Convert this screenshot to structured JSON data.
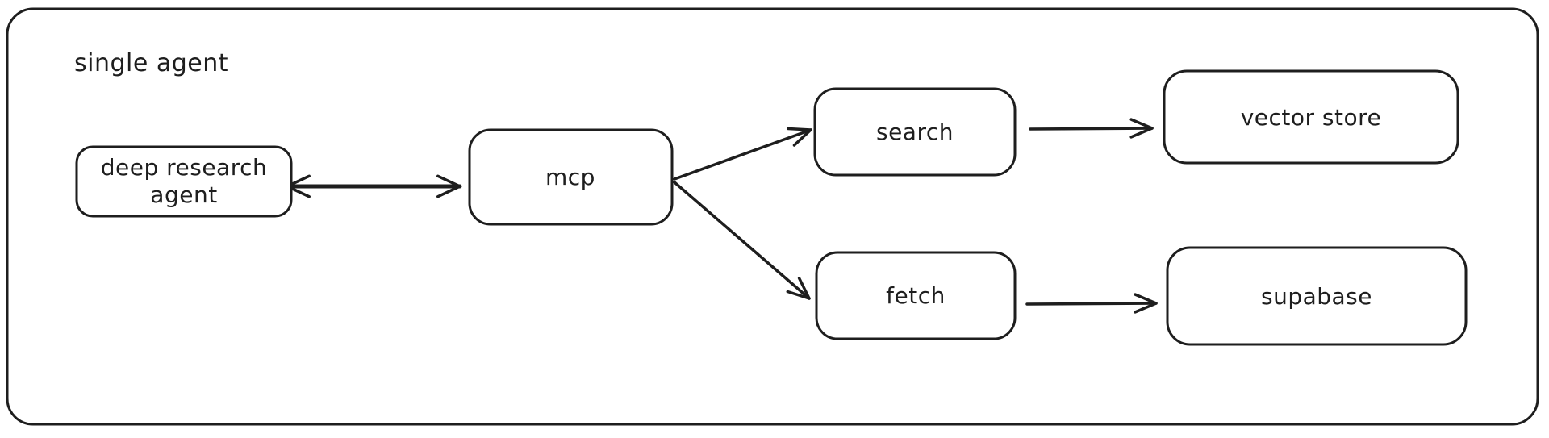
{
  "diagram": {
    "title": "single agent",
    "colors": {
      "stroke": "#1e1e1e",
      "background": "#ffffff"
    },
    "nodes": [
      {
        "id": "deep-research-agent",
        "label": "deep research agent",
        "lines": [
          "deep research",
          "agent"
        ]
      },
      {
        "id": "mcp",
        "label": "mcp"
      },
      {
        "id": "search",
        "label": "search"
      },
      {
        "id": "fetch",
        "label": "fetch"
      },
      {
        "id": "vector-store",
        "label": "vector store"
      },
      {
        "id": "supabase",
        "label": "supabase"
      }
    ],
    "edges": [
      {
        "from": "deep research agent",
        "to": "mcp",
        "direction": "bidirectional"
      },
      {
        "from": "mcp",
        "to": "search",
        "direction": "forward"
      },
      {
        "from": "mcp",
        "to": "fetch",
        "direction": "forward"
      },
      {
        "from": "search",
        "to": "vector store",
        "direction": "forward"
      },
      {
        "from": "fetch",
        "to": "supabase",
        "direction": "forward"
      }
    ]
  }
}
